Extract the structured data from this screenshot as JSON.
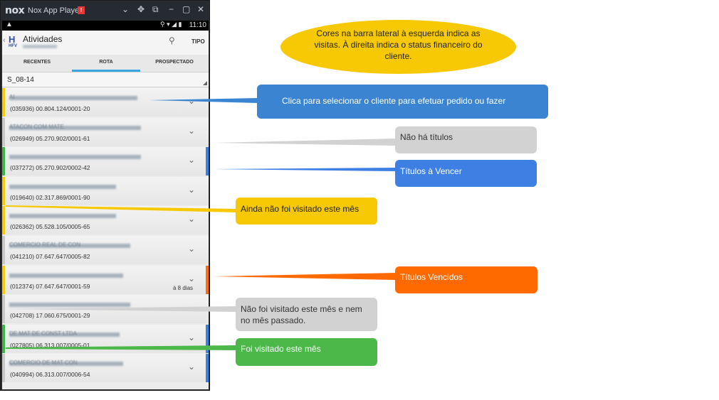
{
  "window": {
    "logo": "nox",
    "title": "Nox App Player",
    "badge": "!",
    "icons": [
      "chevron-down-icon",
      "move-icon",
      "pin-icon",
      "minimize-icon",
      "maximize-icon",
      "close-icon"
    ]
  },
  "status_bar": {
    "time": "11:10",
    "warning": "▲"
  },
  "app": {
    "title": "Atividades",
    "logo_text": "H",
    "logo_sub": "HFV",
    "tipo_label": "TIPO"
  },
  "tabs": [
    {
      "label": "RECENTES",
      "active": false
    },
    {
      "label": "ROTA",
      "active": true
    },
    {
      "label": "PROSPECTADO",
      "active": false
    }
  ],
  "filter": {
    "label": "S_08-14"
  },
  "rows": [
    {
      "snippet": "AI",
      "code": "(035936)  00.804.124/0001-20",
      "left": "#f5cc0a",
      "right": "",
      "extra": ""
    },
    {
      "snippet": "ATACON COM MATE",
      "code": "(026949)  05.270.902/0001-61",
      "left": "#c8c8c8",
      "right": "",
      "extra": ""
    },
    {
      "snippet": "",
      "code": "(037272)  05.270.902/0002-42",
      "left": "#3fb64a",
      "right": "#3d7fe3",
      "extra": ""
    },
    {
      "snippet": "",
      "code": "(019640)  02.317.869/0001-90",
      "left": "#f5cc0a",
      "right": "",
      "extra": ""
    },
    {
      "snippet": "",
      "code": "(026362)  05.528.105/0005-65",
      "left": "#f5cc0a",
      "right": "",
      "extra": ""
    },
    {
      "snippet": "COMERCIO REAL DE CON",
      "code": "(041210)  07.647.647/0005-82",
      "left": "#c8c8c8",
      "right": "",
      "extra": ""
    },
    {
      "snippet": "",
      "code": "(012374)  07.647.647/0001-59",
      "left": "#f5cc0a",
      "right": "#ff6c0a",
      "extra": "à 8 dias"
    },
    {
      "snippet": "",
      "code": "(042708)  17.060.675/0001-29",
      "left": "#c8c8c8",
      "right": "",
      "extra": ""
    },
    {
      "snippet": "DE MAT DE CONST LTDA",
      "code": "(027805)  06.313.007/0005-01",
      "left": "#3fb64a",
      "right": "#3d7fe3",
      "extra": ""
    },
    {
      "snippet": "COMERCIO DE MAT CON",
      "code": "(040994)  06.313.007/0006-54",
      "left": "#c8c8c8",
      "right": "#3d7fe3",
      "extra": ""
    }
  ],
  "annotations": {
    "ellipse": "Cores na barra lateral à esquerda indica as visitas. À direita indica o status financeiro do cliente.",
    "blue_select": "Clica para selecionar o cliente para efetuar pedido ou fazer",
    "no_titles": "Não há títulos",
    "to_due": "Títulos à Vencer",
    "not_visited": "Ainda não foi visitado este mês",
    "overdue": "Títulos Vencidos",
    "not_visited_two": "Não foi visitado este mês e nem no mês passado.",
    "visited": "Foi visitado este mês"
  },
  "colors": {
    "yellow": "#f7c905",
    "green": "#4cb84a",
    "blue": "#3d7fe3",
    "steel_blue": "#3b84d1",
    "orange": "#ff6a00",
    "gray": "#d2d2d2",
    "tab_accent": "#37a6e0"
  }
}
